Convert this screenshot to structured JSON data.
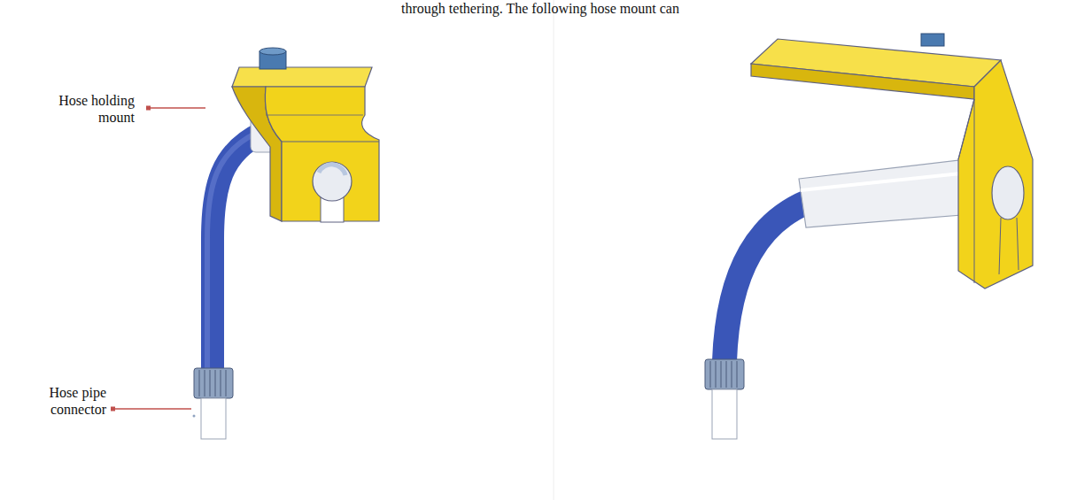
{
  "diagram": {
    "labels": [
      "through tethering. The following hose mount can",
      "Hose holding mount",
      "Hose pipe connector"
    ]
  }
}
